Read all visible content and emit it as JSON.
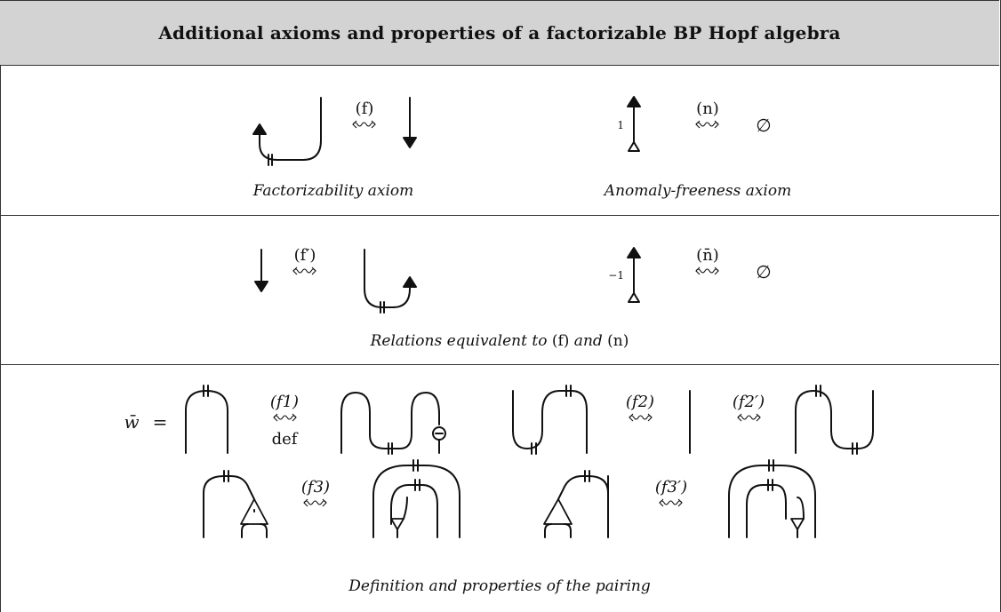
{
  "title": "Additional axioms and properties of a factorizable BP Hopf algebra",
  "sections": [
    {
      "caption": "Factorizability axiom",
      "relation_label": "(f)"
    },
    {
      "caption": "Anomaly-freeness axiom",
      "relation_label": "(n)",
      "integral_label": "1",
      "rhs": "∅"
    },
    {
      "relation_label": "(f′)",
      "caption": "Relations equivalent to (f) and (n)",
      "caption_parts": [
        "Relations equivalent to ",
        "(f)",
        " and ",
        "(n)"
      ]
    },
    {
      "relation_label": "(n̄)",
      "integral_label": "−1",
      "rhs": "∅"
    },
    {
      "pairing_symbol": "w̄",
      "equals": "=",
      "labels": [
        "(f1)",
        "def",
        "(f2)",
        "(f2′)",
        "(f3)",
        "(f3′)"
      ],
      "antipode_marker": "−",
      "caption": "Definition and properties of the pairing"
    }
  ]
}
